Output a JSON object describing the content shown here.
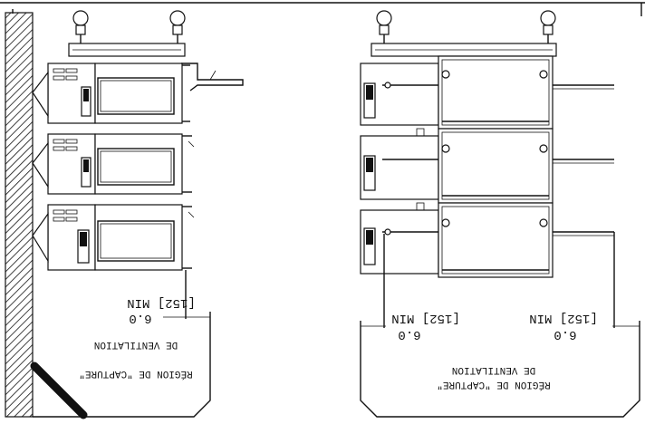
{
  "diagram": {
    "left_view": {
      "dimension_imperial": "6.0",
      "dimension_metric": "[152] MIN",
      "region_line1": "RÉGION DE \"CAPTURE\"",
      "region_line2": "DE VENTILATION"
    },
    "right_view": {
      "left_dimension_imperial": "6.0",
      "left_dimension_metric": "[152] MIN",
      "right_dimension_imperial": "6.0",
      "right_dimension_metric": "[152] MIN",
      "region_line1": "RÉGION DE \"CAPTURE\"",
      "region_line2": "DE VENTILATION"
    }
  }
}
